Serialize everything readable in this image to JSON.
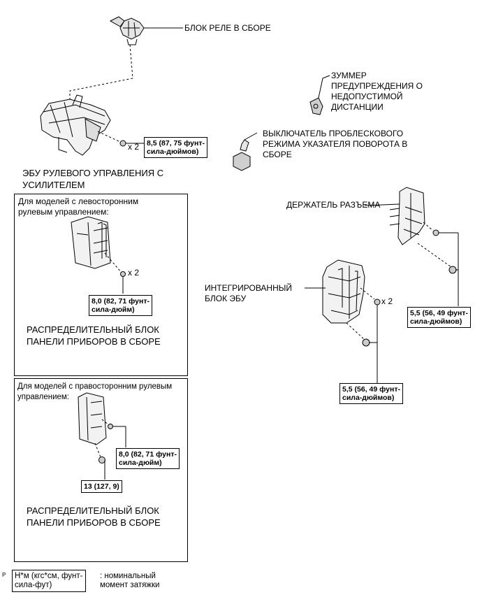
{
  "labels": {
    "relay_block": "БЛОК РЕЛЕ В СБОРЕ",
    "buzzer": "ЗУММЕР\nПРЕДУПРЕЖДЕНИЯ О\nНЕДОПУСТИМОЙ\nДИСТАНЦИИ",
    "flasher": "ВЫКЛЮЧАТЕЛЬ ПРОБЛЕСКОВОГО\nРЕЖИМА УКАЗАТЕЛЯ ПОВОРОТА В\nСБОРЕ",
    "eps_ecu": "ЭБУ РУЛЕВОГО УПРАВЛЕНИЯ С\nУСИЛИТЕЛЕМ",
    "connector_holder": "ДЕРЖАТЕЛЬ РАЗЪЕМА",
    "integrated_ecu": "ИНТЕГРИРОВАННЫЙ\nБЛОК ЭБУ",
    "lhd_header": "Для моделей с левосторонним\nрулевым управлением:",
    "rhd_header": "Для моделей с правосторонним рулевым\nуправлением:",
    "junction_block_lhd": "РАСПРЕДЕЛИТЕЛЬНЫЙ БЛОК\nПАНЕЛИ ПРИБОРОВ В СБОРЕ",
    "junction_block_rhd": "РАСПРЕДЕЛИТЕЛЬНЫЙ БЛОК\nПАНЕЛИ ПРИБОРОВ В СБОРЕ",
    "corner_mark": "P"
  },
  "counts": {
    "eps_bolts": "x 2",
    "lhd_bolts": "x 2",
    "ecu_bolts": "x 2"
  },
  "torques": {
    "eps": "8,5 (87, 75 фунт-\nсила-дюймов)",
    "lhd": "8,0 (82, 71 фунт-\nсила-дюйм)",
    "holder": "5,5 (56, 49 фунт-\nсила-дюймов)",
    "ecu": "5,5 (56, 49 фунт-\nсила-дюймов)",
    "rhd_small": "8,0 (82, 71 фунт-\nсила-дюйм)",
    "rhd_large": "13 (127, 9)"
  },
  "legend": {
    "unit": "Н*м (кгс*см, фунт-\nсила-фут)",
    "description": ": номинальный\nмомент затяжки"
  }
}
